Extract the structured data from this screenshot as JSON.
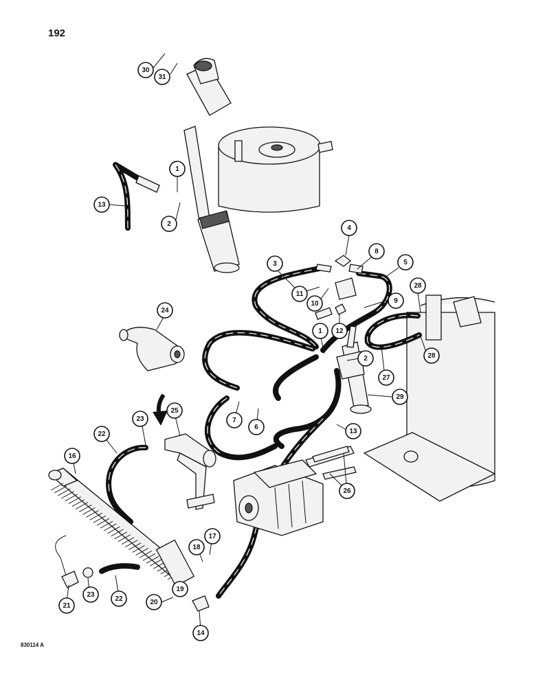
{
  "page_number": "192",
  "figure_code": "830114 A",
  "callouts": [
    {
      "id": "c30",
      "label": "30"
    },
    {
      "id": "c31",
      "label": "31"
    },
    {
      "id": "c1a",
      "label": "1"
    },
    {
      "id": "c2a",
      "label": "2"
    },
    {
      "id": "c13a",
      "label": "13"
    },
    {
      "id": "c4",
      "label": "4"
    },
    {
      "id": "c8",
      "label": "8"
    },
    {
      "id": "c3",
      "label": "3"
    },
    {
      "id": "c5",
      "label": "5"
    },
    {
      "id": "c11",
      "label": "11"
    },
    {
      "id": "c10",
      "label": "10"
    },
    {
      "id": "c9",
      "label": "9"
    },
    {
      "id": "c28a",
      "label": "28"
    },
    {
      "id": "c28b",
      "label": "28"
    },
    {
      "id": "c12",
      "label": "12"
    },
    {
      "id": "c1b",
      "label": "1"
    },
    {
      "id": "c2b",
      "label": "2"
    },
    {
      "id": "c27",
      "label": "27"
    },
    {
      "id": "c29",
      "label": "29"
    },
    {
      "id": "c24",
      "label": "24"
    },
    {
      "id": "c7",
      "label": "7"
    },
    {
      "id": "c6",
      "label": "6"
    },
    {
      "id": "c13b",
      "label": "13"
    },
    {
      "id": "c25",
      "label": "25"
    },
    {
      "id": "c23a",
      "label": "23"
    },
    {
      "id": "c22a",
      "label": "22"
    },
    {
      "id": "c16",
      "label": "16"
    },
    {
      "id": "c26",
      "label": "26"
    },
    {
      "id": "c17",
      "label": "17"
    },
    {
      "id": "c18",
      "label": "18"
    },
    {
      "id": "c21",
      "label": "21"
    },
    {
      "id": "c23b",
      "label": "23"
    },
    {
      "id": "c22b",
      "label": "22"
    },
    {
      "id": "c19",
      "label": "19"
    },
    {
      "id": "c20",
      "label": "20"
    },
    {
      "id": "c14",
      "label": "14"
    }
  ]
}
